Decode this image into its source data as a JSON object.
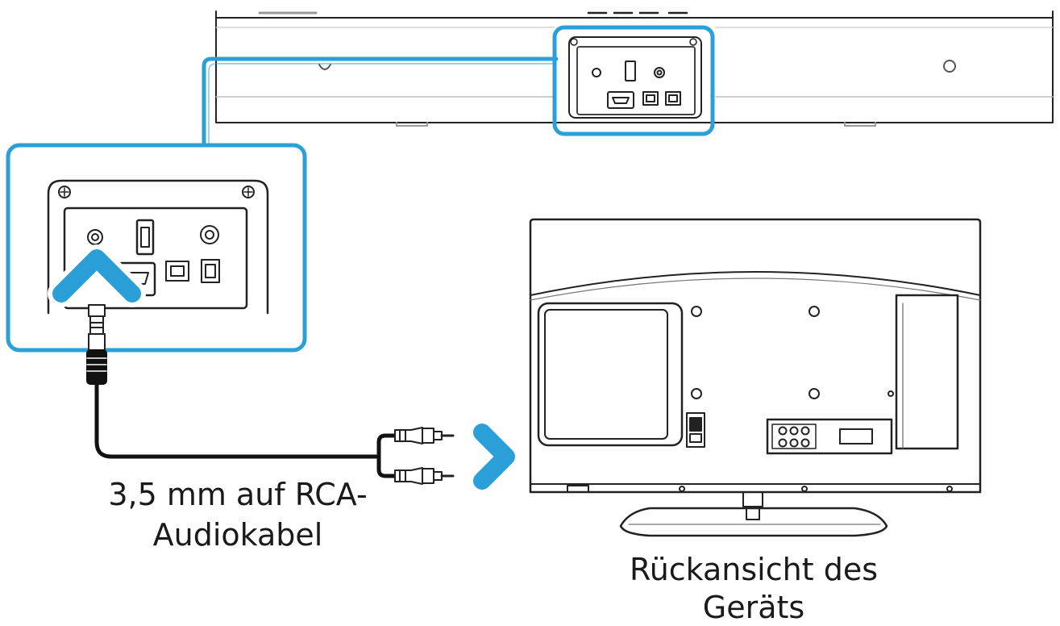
{
  "colors": {
    "accent": "#2a9fd8",
    "line": "#222222",
    "cable": "#111111"
  },
  "labels": {
    "cable_line1": "3,5 mm auf RCA-",
    "cable_line2": "Audiokabel",
    "tv_line1": "Rückansicht des",
    "tv_line2": "Geräts"
  },
  "icons": {
    "insert_arrow": "chevron-up-icon",
    "connect_arrow": "chevron-right-icon"
  }
}
